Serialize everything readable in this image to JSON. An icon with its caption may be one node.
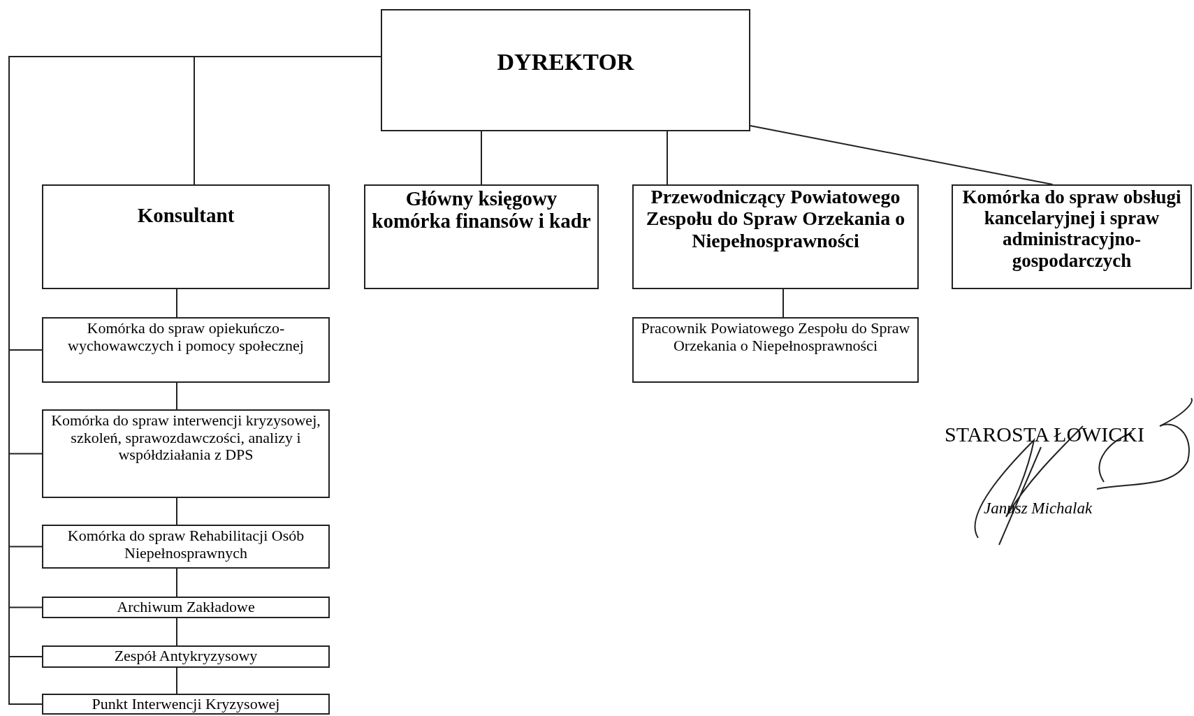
{
  "diagram": {
    "nodes": [
      {
        "text": [
          "DYREKTOR"
        ]
      },
      {
        "text": [
          "Konsultant"
        ]
      },
      {
        "text": [
          "Główny księgowy komórka finansów i kadr"
        ]
      },
      {
        "text": [
          "Przewodniczący Powiatowego Zespołu do Spraw Orzekania o Niepełnosprawności"
        ]
      },
      {
        "text": [
          "Komórka do spraw obsługi kancelaryjnej i spraw administracyjno-gospodarczych"
        ]
      },
      {
        "text": [
          "Komórka do spraw opiekuńczo-wychowawczych i pomocy społecznej"
        ]
      },
      {
        "text": [
          "Pracownik  Powiatowego Zespołu do Spraw Orzekania o Niepełnosprawności"
        ]
      },
      {
        "text": [
          "Komórka do spraw interwencji kryzysowej, szkoleń, sprawozdawczości, analizy i współdziałania z DPS"
        ]
      },
      {
        "text": [
          "Komórka do spraw Rehabilitacji Osób Niepełnosprawnych"
        ]
      },
      {
        "text": [
          "Archiwum Zakładowe"
        ]
      },
      {
        "text": [
          "Zespół Antykryzysowy"
        ]
      },
      {
        "text": [
          "Punkt Interwencji Kryzysowej"
        ]
      }
    ],
    "edges": [
      {
        "from": 0,
        "to": 1,
        "arrow": "none"
      },
      {
        "from": 0,
        "to": 2,
        "arrow": "none"
      },
      {
        "from": 0,
        "to": 3,
        "arrow": "none"
      },
      {
        "from": 0,
        "to": 4,
        "arrow": "none"
      },
      {
        "from": 3,
        "to": 6,
        "arrow": "none"
      },
      {
        "from": 0,
        "to": 5,
        "arrow": "none"
      },
      {
        "from": 0,
        "to": 7,
        "arrow": "none"
      },
      {
        "from": 0,
        "to": 8,
        "arrow": "none"
      },
      {
        "from": 0,
        "to": 9,
        "arrow": "none"
      },
      {
        "from": 0,
        "to": 10,
        "arrow": "none"
      },
      {
        "from": 0,
        "to": 11,
        "arrow": "none"
      },
      {
        "from": 1,
        "to": 5,
        "arrow": "none"
      },
      {
        "from": 5,
        "to": 7,
        "arrow": "none"
      },
      {
        "from": 7,
        "to": 8,
        "arrow": "none"
      },
      {
        "from": 8,
        "to": 9,
        "arrow": "none"
      },
      {
        "from": 9,
        "to": 10,
        "arrow": "none"
      },
      {
        "from": 10,
        "to": 11,
        "arrow": "none"
      }
    ],
    "labels": [
      "STAROSTA ŁOWICKI",
      "Janusz Michalak"
    ]
  }
}
